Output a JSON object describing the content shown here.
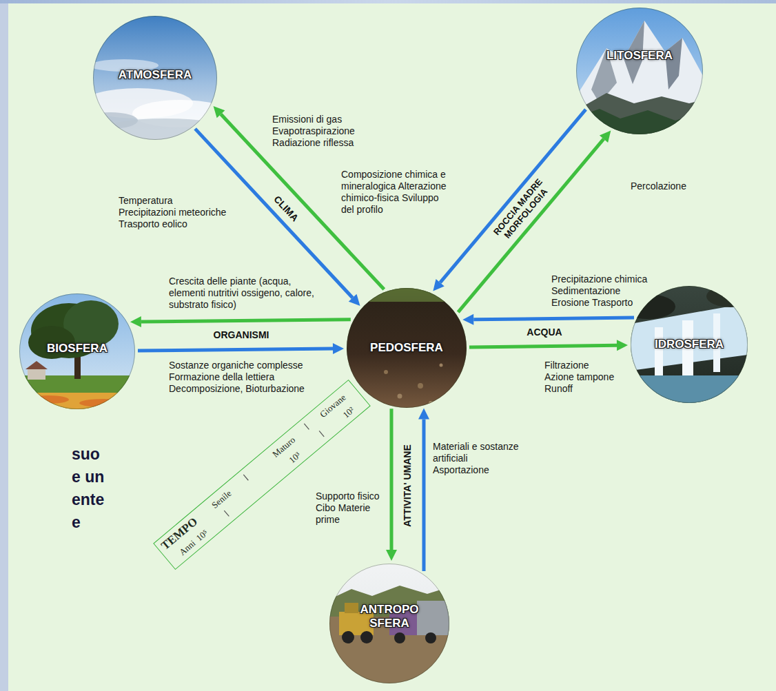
{
  "diagram": {
    "nodes": [
      {
        "text": [
          "ATMOSFERA"
        ]
      },
      {
        "text": [
          "LITOSFERA"
        ]
      },
      {
        "text": [
          "BIOSFERA"
        ]
      },
      {
        "text": [
          "PEDOSFERA"
        ]
      },
      {
        "text": [
          "IDROSFERA"
        ]
      },
      {
        "text": [
          "TEMPO",
          "Anni",
          "10⁵",
          "Senile",
          "Maturo",
          "10³",
          "Giovane",
          "10²"
        ]
      },
      {
        "text": [
          "ANTROPO SFERA"
        ]
      }
    ],
    "edges": [
      {
        "from": 0,
        "to": 3,
        "arrow": "to",
        "label": "Temperatura Precipitazioni meteoriche Trasporto eolico"
      },
      {
        "from": 3,
        "to": 0,
        "arrow": "to",
        "label": "Emissioni di gas Evapotraspirazione Radiazione riflessa"
      },
      {
        "from": 1,
        "to": 3,
        "arrow": "to",
        "label": "Composizione chimica e mineralogica Alterazione chimico-fisica Sviluppo del profilo"
      },
      {
        "from": 3,
        "to": 1,
        "arrow": "to",
        "label": "Percolazione"
      },
      {
        "from": 3,
        "to": 2,
        "arrow": "to",
        "label": "Crescita delle piante (acqua, elementi nutritivi ossigeno, calore, substrato fisico)"
      },
      {
        "from": 2,
        "to": 3,
        "arrow": "to",
        "label": "Sostanze organiche complesse Formazione della lettiera Decomposizione, Bioturbazione"
      },
      {
        "from": 4,
        "to": 3,
        "arrow": "to",
        "label": "Precipitazione chimica Sedimentazione Erosione Trasporto"
      },
      {
        "from": 3,
        "to": 4,
        "arrow": "to",
        "label": "Filtrazione Azione tampone Runoff"
      },
      {
        "from": 3,
        "to": 6,
        "arrow": "to",
        "label": "Supporto fisico Cibo Materie prime"
      },
      {
        "from": 6,
        "to": 3,
        "arrow": "to",
        "label": "Materiali e sostanze artificiali Asportazione"
      }
    ],
    "labels": [
      "CLIMA",
      "ROCCIA MADRE MORFOLOGIA",
      "ORGANISMI",
      "ACQUA",
      "ATTIVITA' UMANE",
      "suo",
      "e un",
      "ente",
      "e"
    ]
  }
}
